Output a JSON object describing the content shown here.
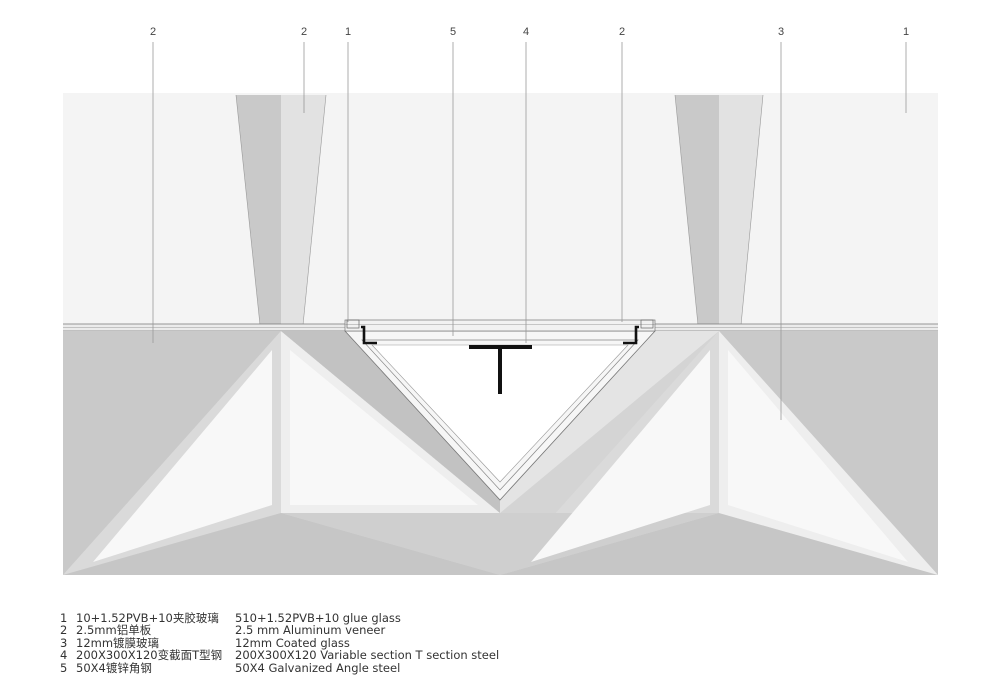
{
  "callouts": {
    "c1": "2",
    "c2": "2",
    "c3": "1",
    "c4": "5",
    "c5": "4",
    "c6": "2",
    "c7": "3",
    "c8": "1"
  },
  "legend": [
    {
      "num": "1",
      "cn": "10+1.52PVB+10夹胶玻璃",
      "en": "510+1.52PVB+10 glue glass"
    },
    {
      "num": "2",
      "cn": "2.5mm铝单板",
      "en": "2.5 mm Aluminum veneer"
    },
    {
      "num": "3",
      "cn": "12mm镀膜玻璃",
      "en": "12mm Coated glass"
    },
    {
      "num": "4",
      "cn": "200X300X120变截面T型钢",
      "en": "200X300X120 Variable section T section steel"
    },
    {
      "num": "5",
      "cn": "50X4镀锌角钢",
      "en": "50X4 Galvanized Angle steel"
    }
  ],
  "colors": {
    "background": "#ffffff",
    "upper_glass": "#f4f4f4",
    "dark_panel": "#c9c9c9",
    "mid_panel": "#dadada",
    "light_panel": "#eeeeee",
    "steel": "#111111",
    "line": "#888888"
  }
}
